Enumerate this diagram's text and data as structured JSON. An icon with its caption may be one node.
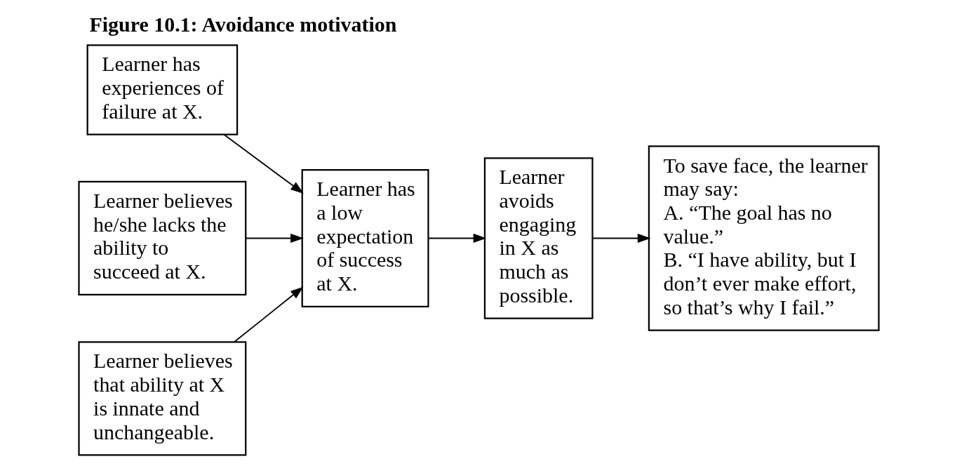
{
  "diagram": {
    "title": "Figure 10.1: Avoidance motivation",
    "nodes": [
      {
        "text": [
          "Learner has experiences of failure at X."
        ]
      },
      {
        "text": [
          "Learner believes he/she lacks the ability to succeed at X."
        ]
      },
      {
        "text": [
          "Learner believes that ability at X is innate and unchangeable."
        ]
      },
      {
        "text": [
          "Learner has a low expectation of success at X."
        ]
      },
      {
        "text": [
          "Learner avoids engaging in X as much as possible."
        ]
      },
      {
        "text": [
          "To save face, the learner may say:",
          "A. “The goal has no value.”",
          "B. “I have ability, but I don’t ever make effort, so that’s why I fail.”"
        ]
      }
    ],
    "edges": [
      {
        "from": 0,
        "to": 3,
        "arrow": "to"
      },
      {
        "from": 1,
        "to": 3,
        "arrow": "to"
      },
      {
        "from": 2,
        "to": 3,
        "arrow": "to"
      },
      {
        "from": 3,
        "to": 4,
        "arrow": "to"
      },
      {
        "from": 4,
        "to": 5,
        "arrow": "to"
      }
    ]
  }
}
